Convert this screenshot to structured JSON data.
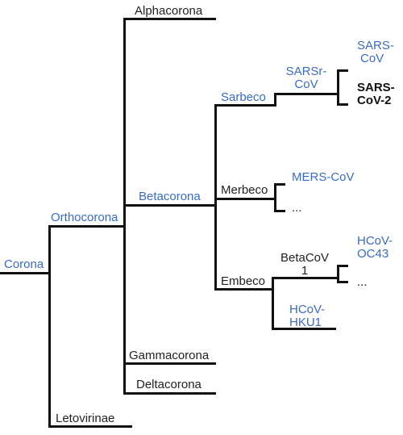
{
  "colors": {
    "taxon_blue": "#3a6bc4",
    "taxon_black": "#222222",
    "branch": "#111111"
  },
  "nodes": {
    "corona": "Corona",
    "orthocorona": "Orthocorona",
    "letovirinae": "Letovirinae",
    "alphacorona": "Alphacorona",
    "betacorona": "Betacorona",
    "gammacorona": "Gammacorona",
    "deltacorona": "Deltacorona",
    "sarbeco": "Sarbeco",
    "merbeco": "Merbeco",
    "embeco": "Embeco",
    "sarsr_cov": [
      "SARSr-",
      "CoV"
    ],
    "sars_cov": [
      "SARS-",
      "CoV"
    ],
    "sars_cov_2": [
      "SARS-",
      "CoV-2"
    ],
    "mers_cov": "MERS-CoV",
    "merbeco_more": "...",
    "betacov1": [
      "BetaCoV",
      "1"
    ],
    "hcov_oc43": [
      "HCoV-",
      "OC43"
    ],
    "betacov1_more": "...",
    "hcov_hku1": [
      "HCoV-",
      "HKU1"
    ]
  }
}
